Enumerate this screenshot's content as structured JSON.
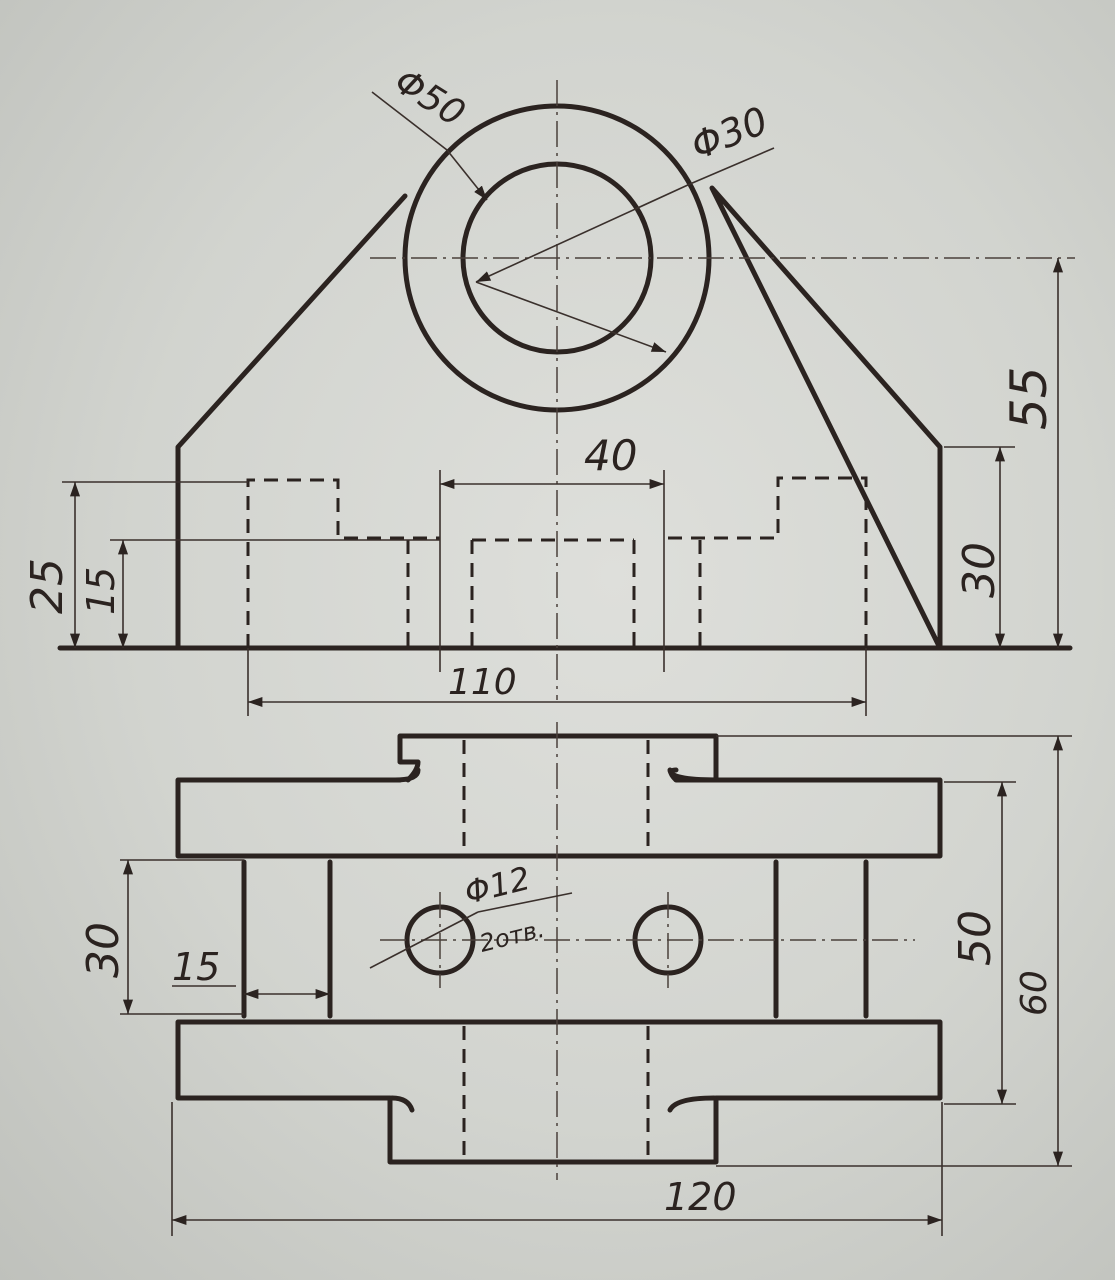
{
  "dimensions": {
    "phi50": "Φ50",
    "phi30": "Φ30",
    "d55": "55",
    "d30_front": "30",
    "d40": "40",
    "d25": "25",
    "d15_front": "15",
    "d110": "110",
    "d30_top": "30",
    "d15_top": "15",
    "phi12": "Φ12",
    "holes_note": "2отв.",
    "d50": "50",
    "d60": "60",
    "d120": "120"
  },
  "colors": {
    "paper": "#d7d8d4",
    "ink": "#2b2320"
  }
}
